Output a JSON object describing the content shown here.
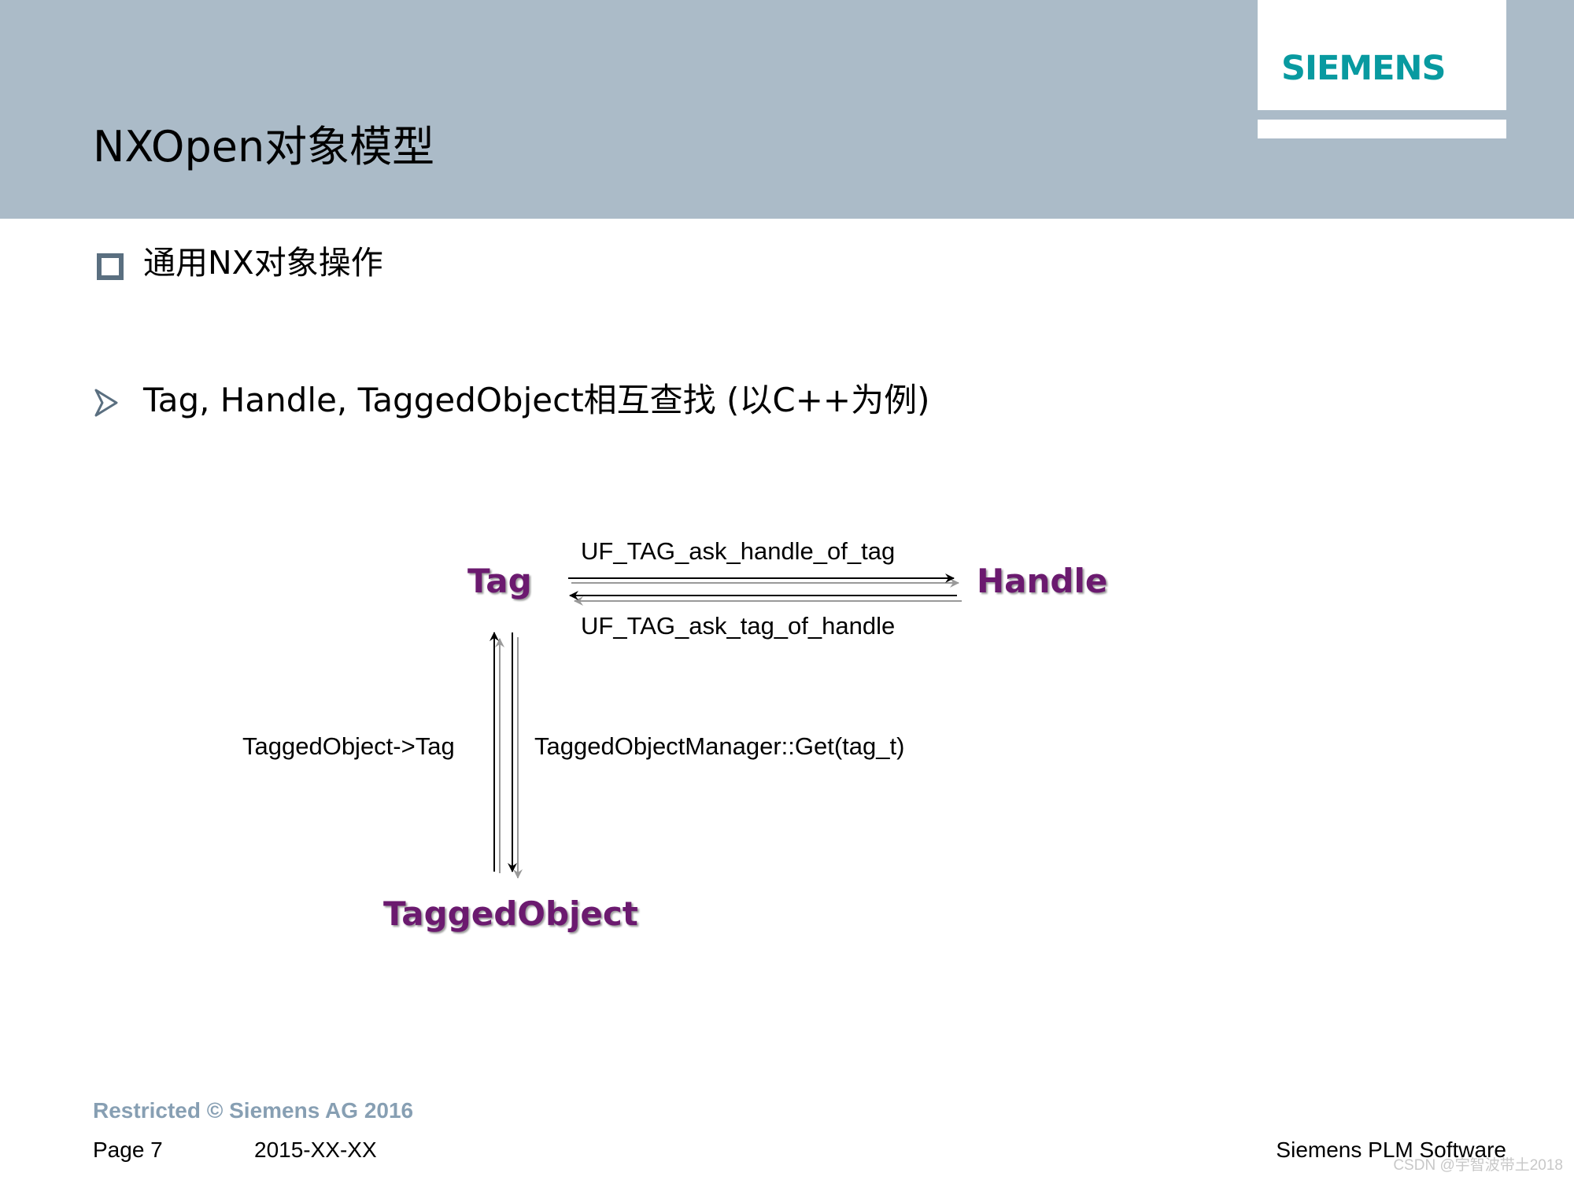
{
  "header": {
    "logo": "SIEMENS",
    "title": "NXOpen对象模型"
  },
  "bullets": [
    {
      "text": "通用NX对象操作"
    },
    {
      "text": "Tag, Handle, TaggedObject相互查找 (以C++为例)"
    }
  ],
  "diagram": {
    "nodes": {
      "tag": "Tag",
      "handle": "Handle",
      "tagged_object": "TaggedObject"
    },
    "edges": {
      "tag_to_handle": "UF_TAG_ask_handle_of_tag",
      "handle_to_tag": "UF_TAG_ask_tag_of_handle",
      "tagged_object_to_tag": "TaggedObject->Tag",
      "tag_to_tagged_object": "TaggedObjectManager::Get(tag_t)"
    },
    "colors": {
      "node_text": "#6b1a6f",
      "arrow": "#000000",
      "arrow_shadow": "#999999"
    }
  },
  "footer": {
    "restricted": "Restricted © Siemens AG 2016",
    "page": "Page 7",
    "date": "2015-XX-XX",
    "company": "Siemens PLM Software",
    "watermark": "CSDN @宇智波带土2018"
  },
  "colors": {
    "header_band": "#abbbc8",
    "logo": "#089aa0",
    "footer_restricted": "#879fb3",
    "bullet": "#5a6f80"
  }
}
